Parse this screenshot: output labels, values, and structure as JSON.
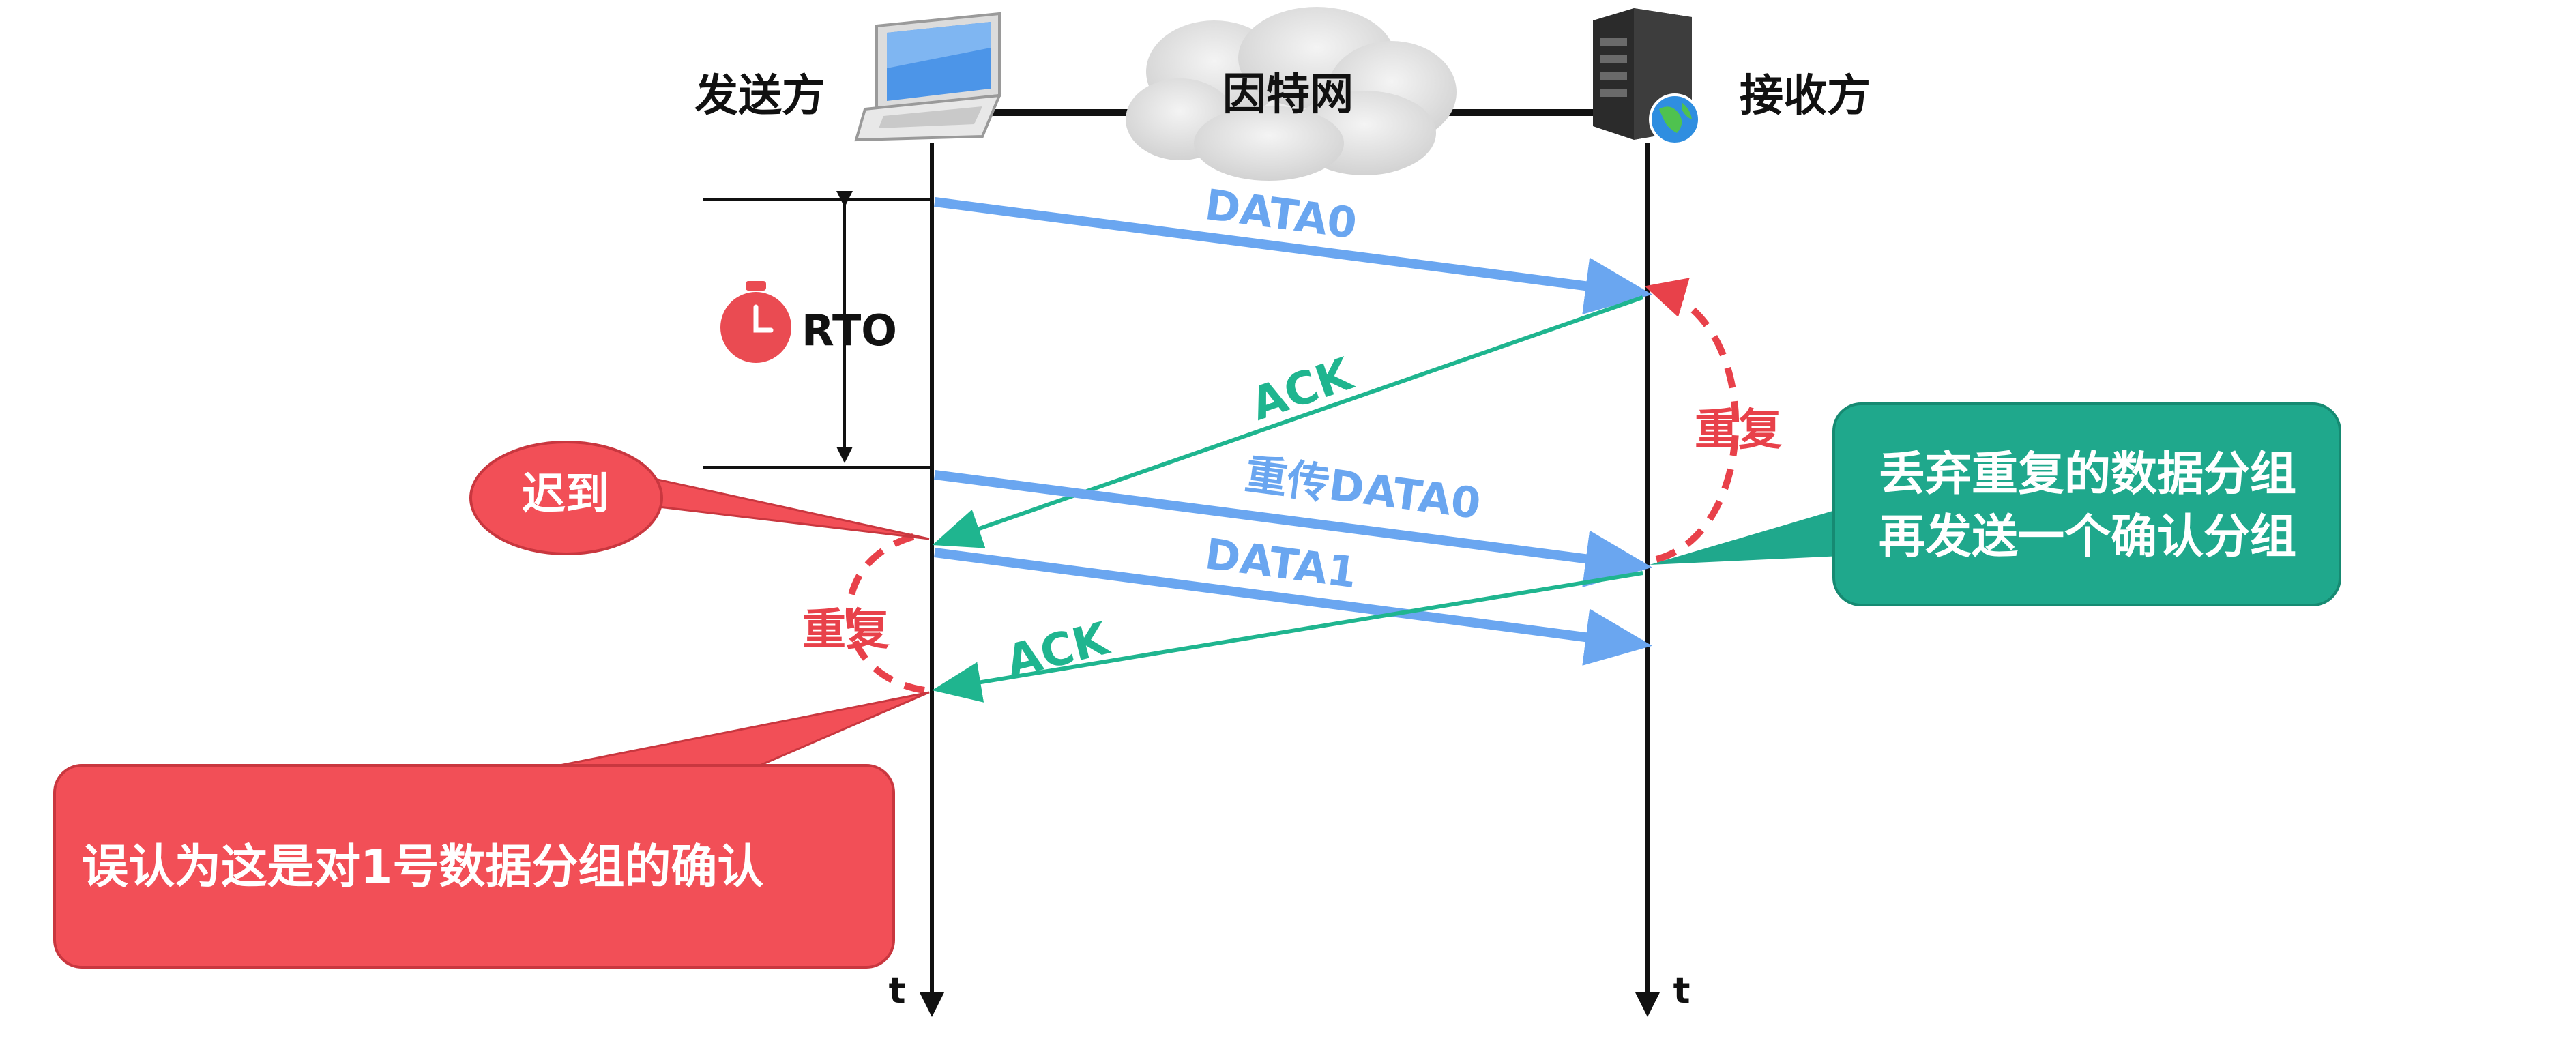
{
  "nodes": {
    "sender": "发送方",
    "internet": "因特网",
    "receiver": "接收方"
  },
  "timer": {
    "label": "RTO",
    "icon": "stopwatch-icon"
  },
  "messages": {
    "data0": "DATA0",
    "ack1": "ACK",
    "retransmit": "重传DATA0",
    "data1": "DATA1",
    "ack2": "ACK"
  },
  "annotations": {
    "duplicate_receiver": "重复",
    "duplicate_sender": "重复"
  },
  "callouts": {
    "late": "迟到",
    "discard_line1": "丢弃重复的数据分组",
    "discard_line2": "再发送一个确认分组",
    "mistake": "误认为这是对1号数据分组的确认"
  },
  "axis": {
    "sender_time": "t",
    "receiver_time": "t"
  },
  "colors": {
    "data_arrow": "#6aa6f0",
    "ack_arrow": "#1fb58f",
    "duplicate_red": "#e8414a",
    "callout_red": "#f24f57",
    "callout_green": "#1fa88c",
    "timeline": "#111111"
  }
}
